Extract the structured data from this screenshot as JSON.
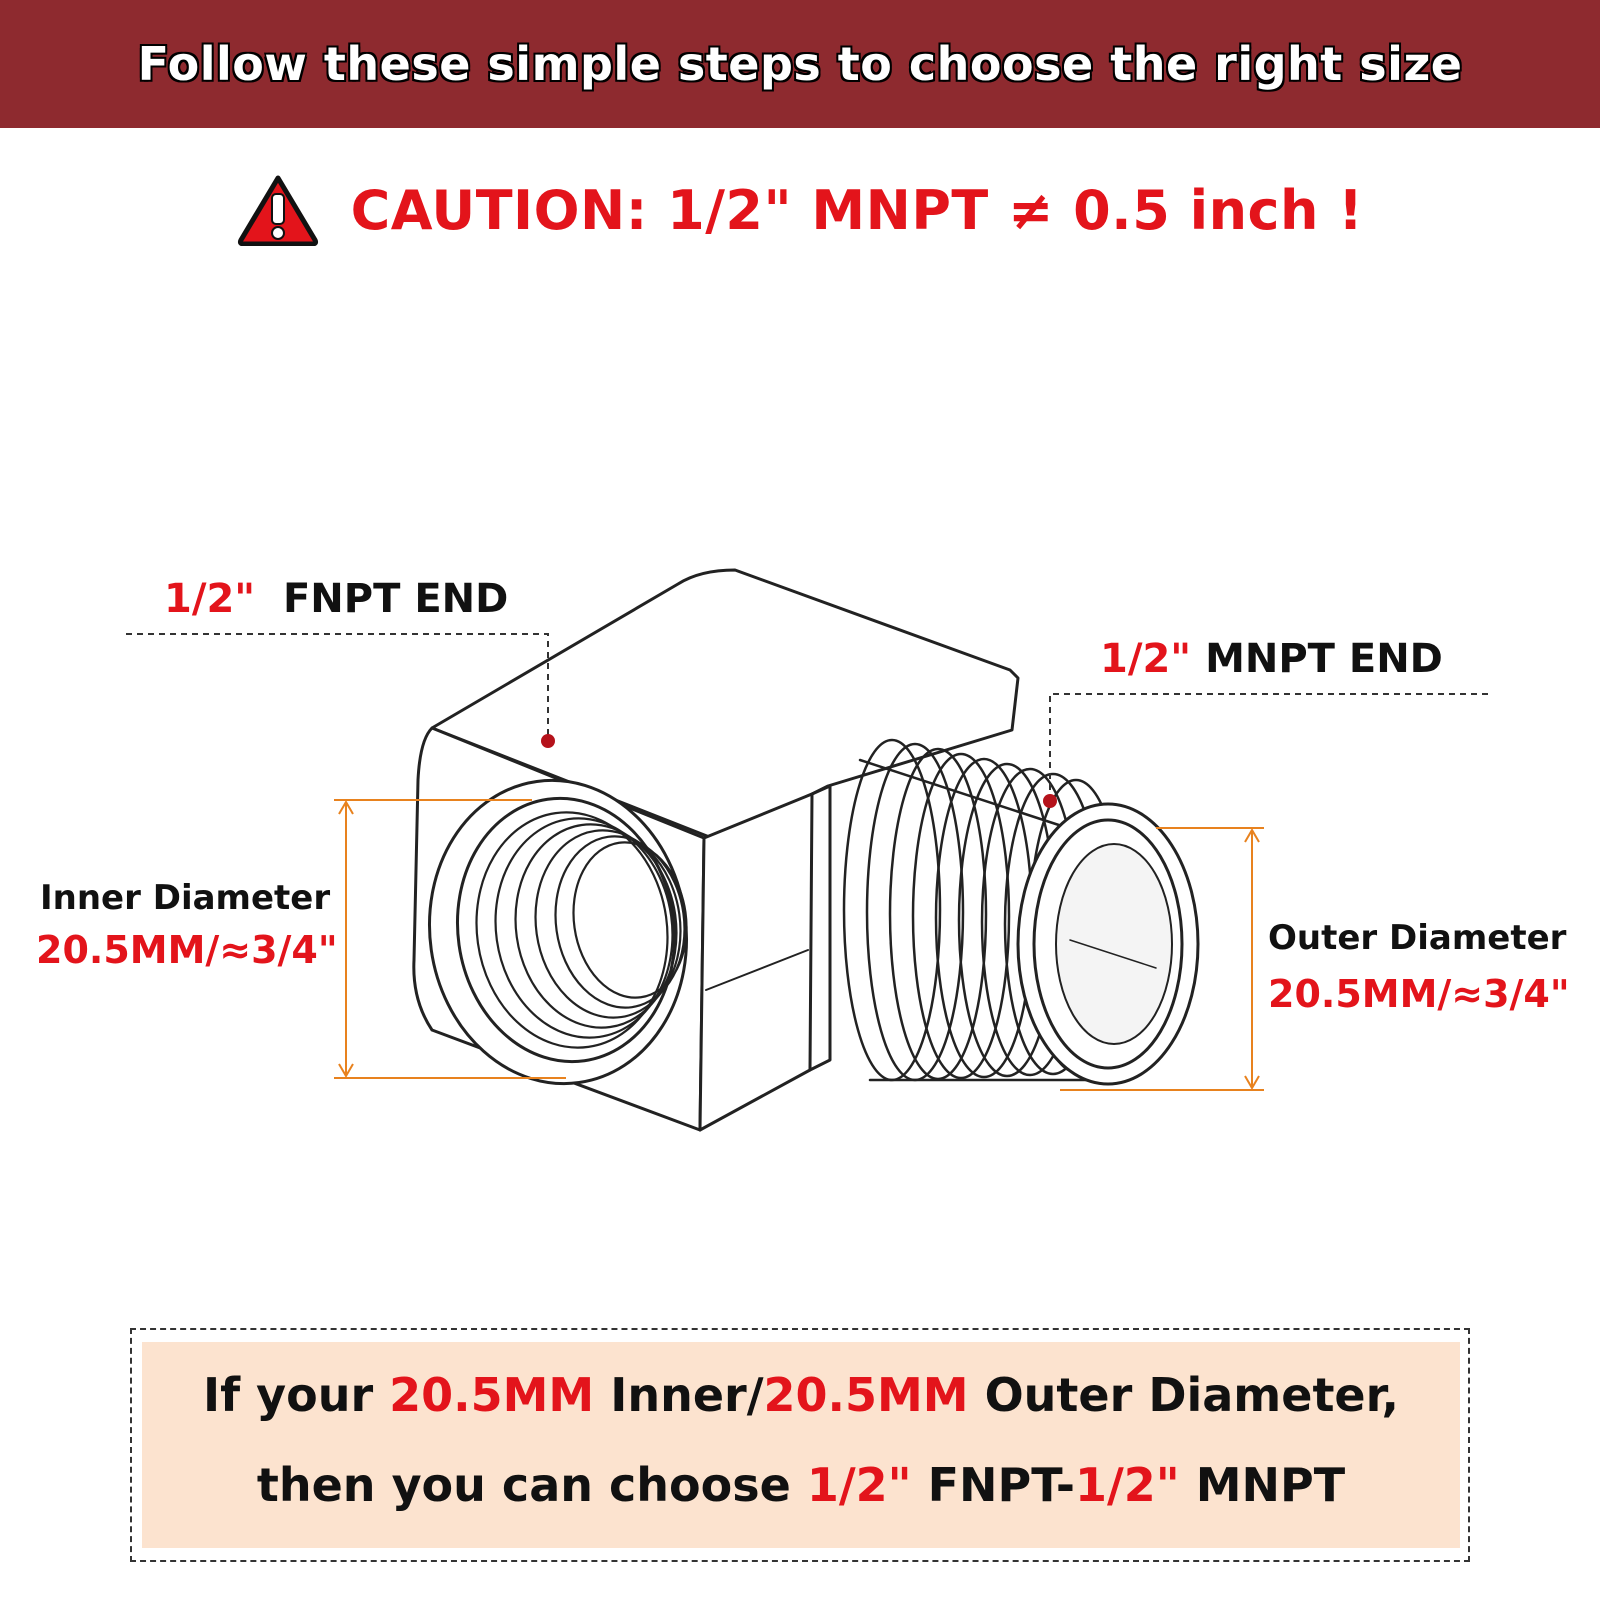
{
  "banner": {
    "title": "Follow these simple steps to choose the right size"
  },
  "caution": {
    "icon": "warning-triangle-icon",
    "text": "CAUTION: 1/2\" MNPT ≠ 0.5 inch !"
  },
  "labels": {
    "fnpt_end": {
      "size": "1/2\"",
      "name": "FNPT END"
    },
    "mnpt_end": {
      "size": "1/2\"",
      "name": "MNPT END"
    },
    "inner_diameter": {
      "title": "Inner Diameter",
      "value": "20.5MM/≈3/4\""
    },
    "outer_diameter": {
      "title": "Outer Diameter",
      "value": "20.5MM/≈3/4\""
    }
  },
  "note": {
    "line1": {
      "part1": "If your ",
      "inner_value": "20.5MM",
      "part2": " Inner/",
      "outer_value": "20.5MM",
      "part3": " Outer Diameter,"
    },
    "line2": {
      "part1": "then you can choose ",
      "fnpt_size": "1/2\"",
      "part2": " FNPT-",
      "mnpt_size": "1/2\"",
      "part3": " MNPT"
    }
  },
  "colors": {
    "banner_bg": "#8e2a2f",
    "accent_red": "#e3141b",
    "dimension_orange": "#e8821e",
    "note_bg": "#fce3cf",
    "marker_dot": "#b5121b"
  }
}
